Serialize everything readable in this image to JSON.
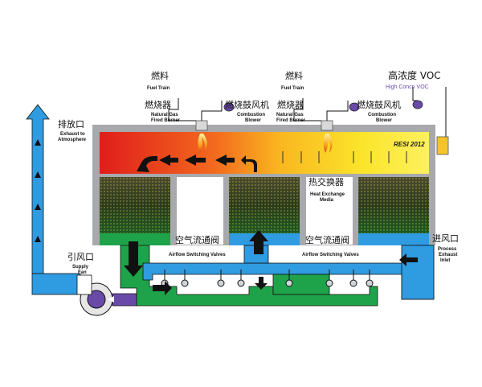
{
  "labels": {
    "fuel_train_1_cn": "燃料",
    "fuel_train_1_en": "Fuel Train",
    "fuel_train_2_cn": "燃料",
    "fuel_train_2_en": "Fuel Train",
    "burner_1_cn": "燃烧器",
    "burner_1_en_1": "Natural Gas",
    "burner_1_en_2": "Fired Burner",
    "blower_1_cn": "燃烧鼓风机",
    "blower_1_en_1": "Combustion",
    "blower_1_en_2": "Blower",
    "burner_2_cn": "燃烧器",
    "burner_2_en_1": "Natural Gas",
    "burner_2_en_2": "Fired Burner",
    "blower_2_cn": "燃烧鼓风机",
    "blower_2_en_1": "Combustion",
    "blower_2_en_2": "Blower",
    "high_voc_cn": "高浓度 VOC",
    "high_voc_en": "High Concn VOC",
    "exhaust_cn": "排放口",
    "exhaust_en_1": "Exhaust to",
    "exhaust_en_2": "Atmosphere",
    "model": "RESI 2012",
    "heat_media_cn": "热交换器",
    "heat_media_en_1": "Heat Exchange",
    "heat_media_en_2": "Media",
    "valves_1_cn": "空气流通阀",
    "valves_1_en": "Airflow Switching Valves",
    "valves_2_cn": "空气流通阀",
    "valves_2_en": "Airflow Switching Valves",
    "fan_cn": "引风口",
    "fan_en_1": "Supply",
    "fan_en_2": "Fan",
    "inlet_cn": "进风口",
    "inlet_en_1": "Process",
    "inlet_en_2": "Exhaust",
    "inlet_en_3": "Inlet"
  },
  "colors": {
    "chamber_hot": "#e8251b",
    "chamber_mid": "#f59a1f",
    "chamber_warm": "#fbe22a",
    "shell": "#a7a9ac",
    "exhaust_blue": "#2f9be0",
    "clean_green": "#1fa34a",
    "media_dark": "#2a2a2a",
    "voc_purple": "#6a4aa8"
  }
}
